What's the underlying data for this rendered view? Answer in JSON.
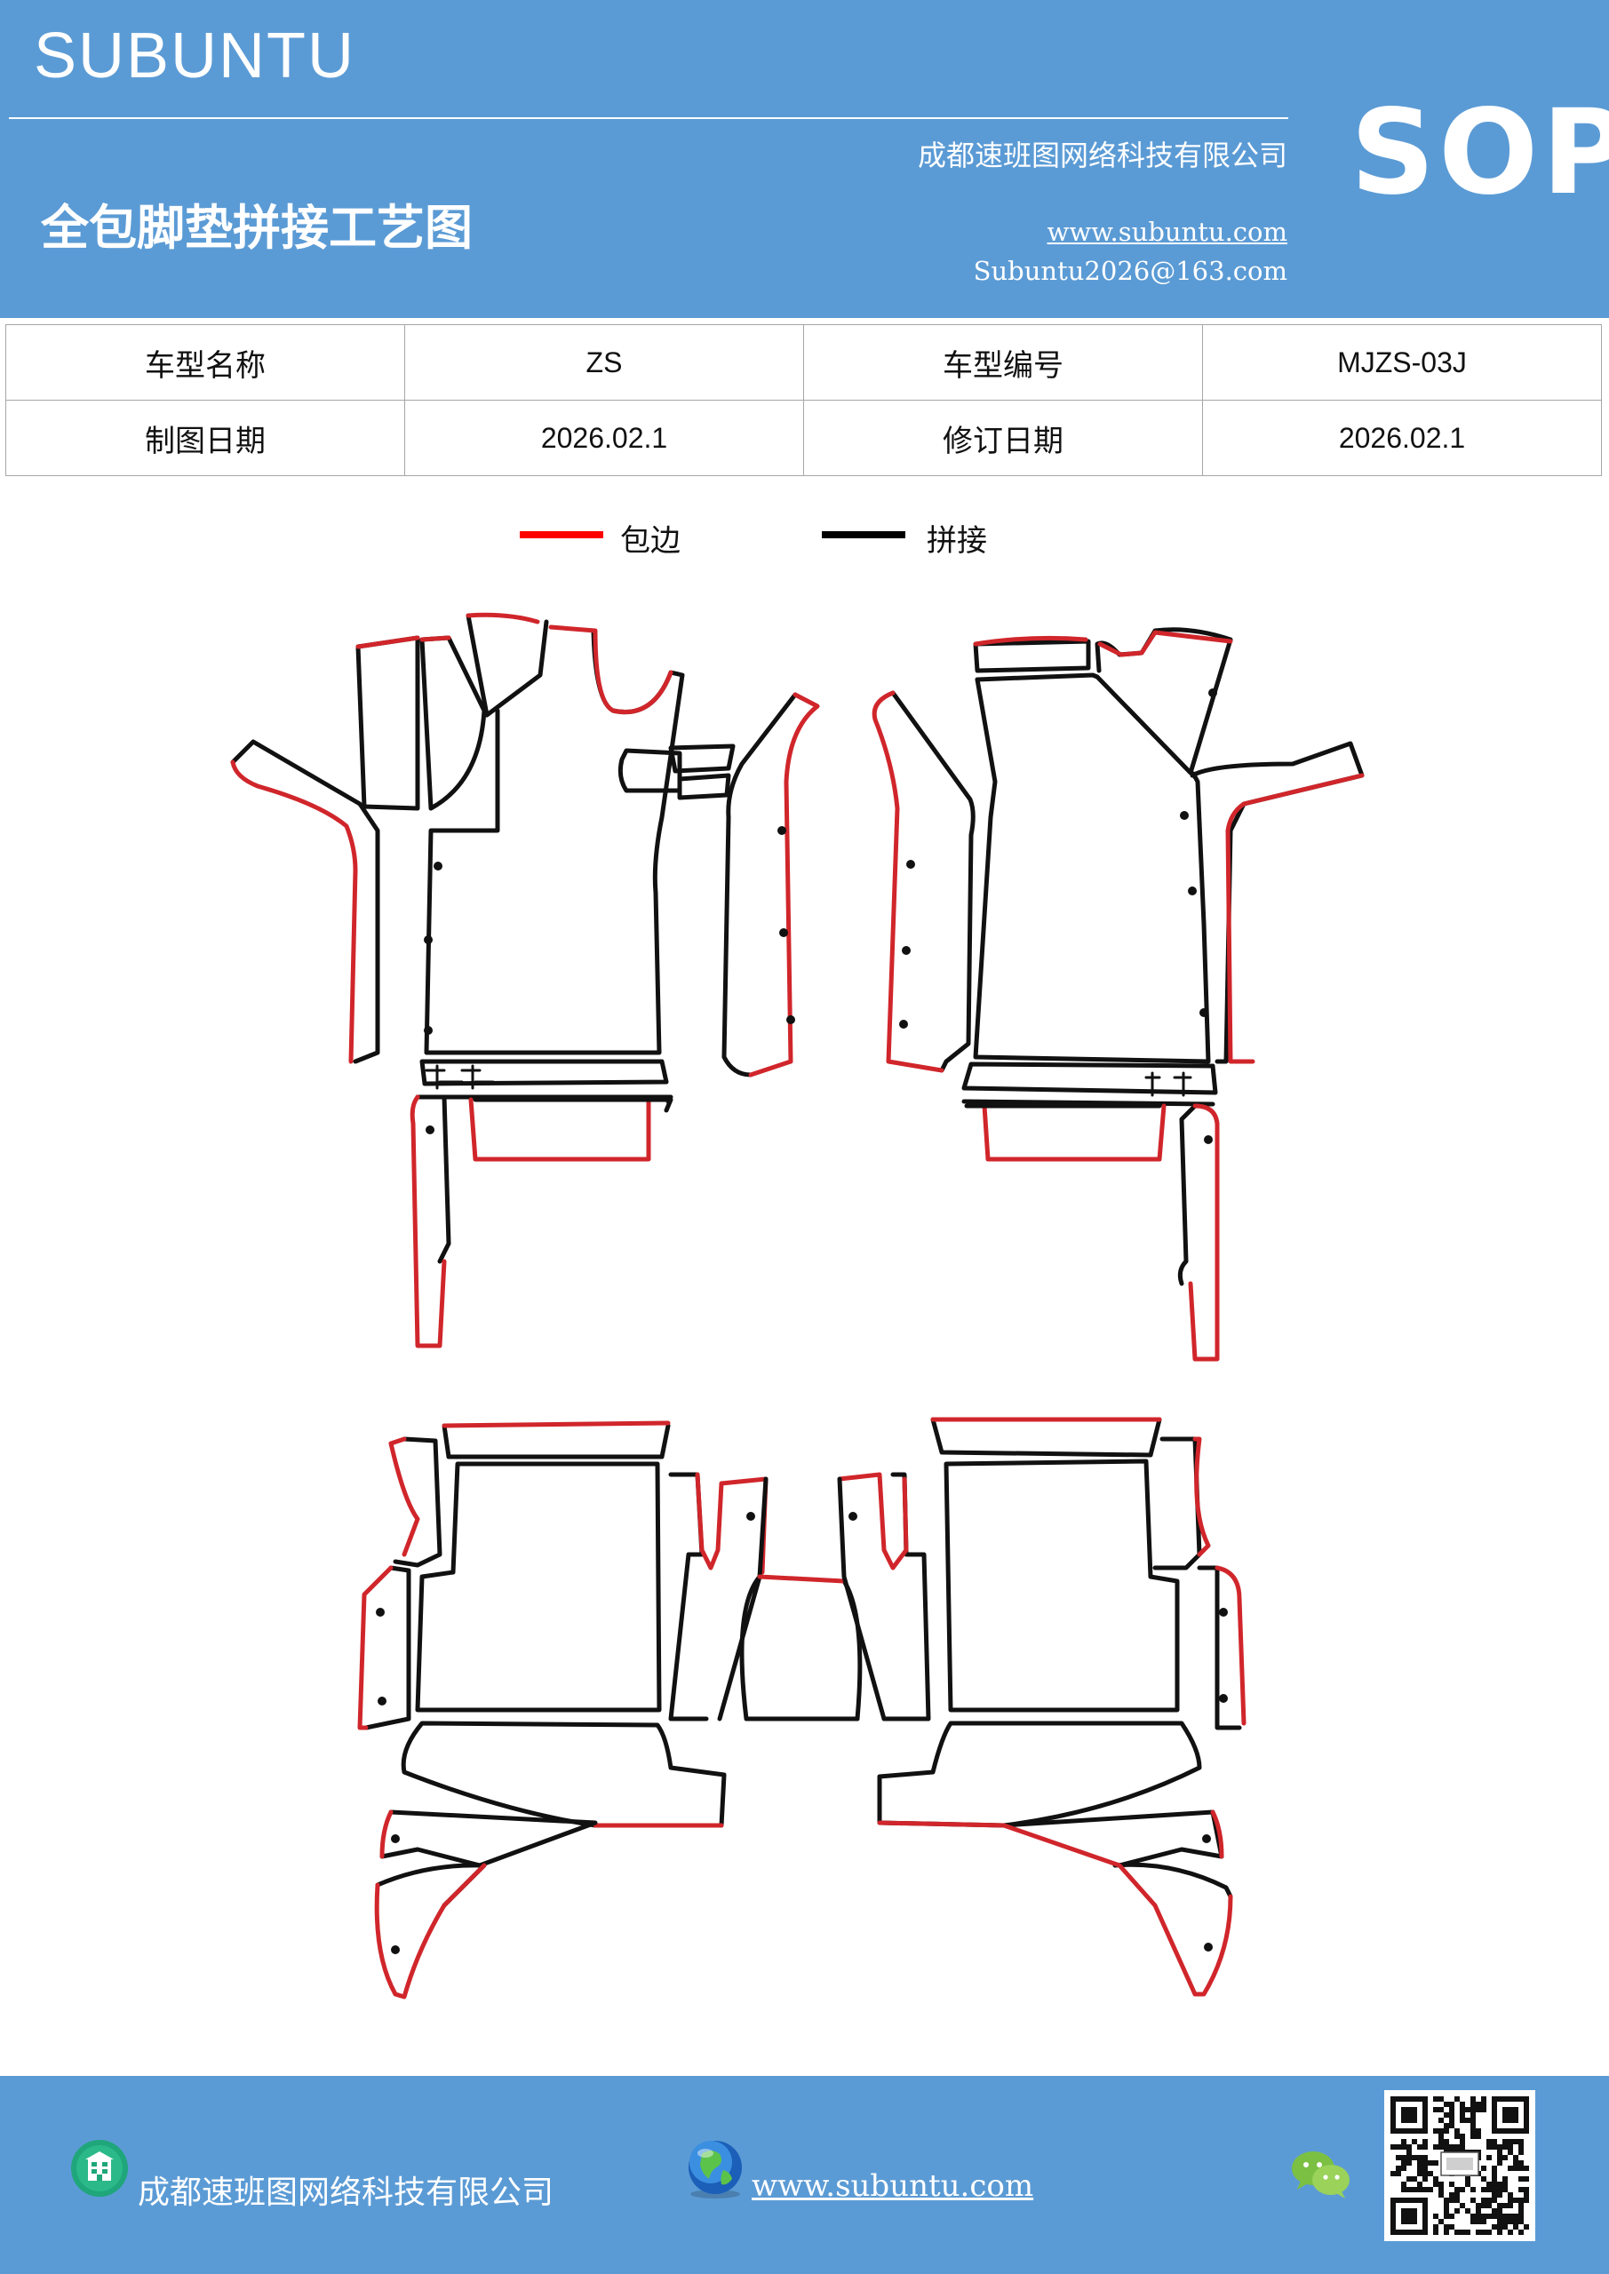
{
  "header": {
    "brand": "SUBUNTU",
    "badge": "SOP",
    "company": "成都速班图网络科技有限公司",
    "title": "全包脚垫拼接工艺图",
    "website": "www.subuntu.com",
    "email": "Subuntu2026@163.com"
  },
  "info_table": {
    "rows": [
      {
        "label1": "车型名称",
        "value1": "ZS",
        "label2": "车型编号",
        "value2": "MJZS-03J"
      },
      {
        "label1": "制图日期",
        "value1": "2026.02.1",
        "label2": "修订日期",
        "value2": "2026.02.1"
      }
    ]
  },
  "legend": {
    "items": [
      {
        "label": "包边",
        "color": "#ff0000"
      },
      {
        "label": "拼接",
        "color": "#000000"
      }
    ]
  },
  "colors": {
    "header_bg": "#5b9bd5",
    "edge_binding": "#d0262b",
    "seam": "#111111"
  },
  "footer": {
    "company": "成都速班图网络科技有限公司",
    "website": "www.subuntu.com",
    "icons": [
      "building-icon",
      "globe-icon",
      "wechat-icon",
      "qr-code"
    ]
  }
}
